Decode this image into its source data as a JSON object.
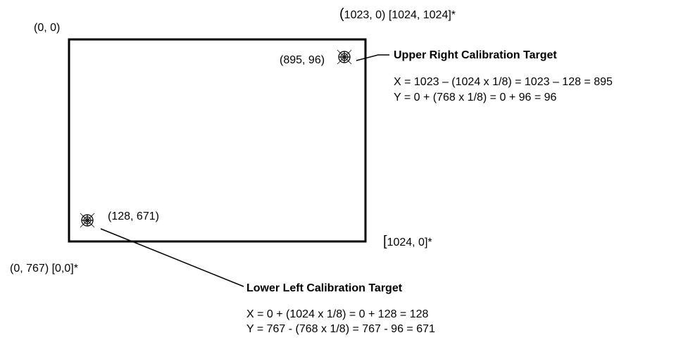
{
  "corners": {
    "top_left": "(0, 0)",
    "top_right_open": "(",
    "top_right_rest": "1023, 0) [1024, 1024]*",
    "bottom_left": "(0, 767) [0,0]*",
    "bottom_right_open": "[",
    "bottom_right_rest": "1024, 0]*"
  },
  "targets": {
    "upper_right": {
      "coord_label": "(895, 96)",
      "heading": "Upper Right Calibration Target",
      "x_formula": "X = 1023 – (1024 x 1/8) = 1023 – 128 = 895",
      "y_formula": "Y = 0 + (768 x 1/8) = 0 + 96 = 96"
    },
    "lower_left": {
      "coord_label": "(128, 671)",
      "heading": "Lower Left Calibration Target",
      "x_formula": "X = 0 + (1024 x 1/8) = 0 + 128 = 128",
      "y_formula": "Y = 767 - (768 x 1/8) = 767 - 96 = 671"
    }
  },
  "colors": {
    "ink": "#000000",
    "background": "#ffffff"
  },
  "icons": [
    "crosshair-target-icon"
  ]
}
